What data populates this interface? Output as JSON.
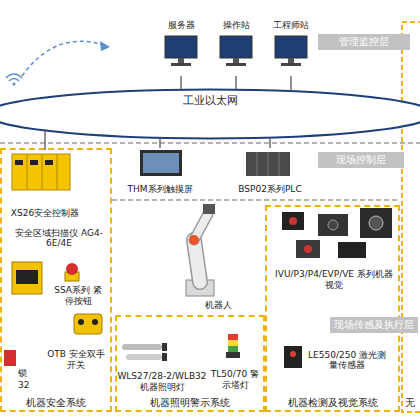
{
  "diagram": {
    "nodes": [
      {
        "text": [
          "工业以太网"
        ]
      },
      {
        "text": [
          "服务器"
        ]
      },
      {
        "text": [
          "操作站"
        ]
      },
      {
        "text": [
          "工程师站"
        ]
      },
      {
        "text": [
          "机器安全系统"
        ]
      },
      {
        "text": [
          "XS26安全控制器"
        ],
        "in": 4
      },
      {
        "text": [
          "安全区域扫描仪 AG4-6E/4E"
        ],
        "in": 4
      },
      {
        "text": [
          "SSA系列 紧停按钮"
        ],
        "in": 4
      },
      {
        "text": [
          "OTB 安全双手开关"
        ],
        "in": 4
      },
      {
        "text": [
          "THM系列触摸屏"
        ]
      },
      {
        "text": [
          "BSP02系列PLC"
        ]
      },
      {
        "text": [
          "机器人"
        ]
      },
      {
        "text": [
          "机器照明警示系统"
        ]
      },
      {
        "text": [
          "WLS27/28-2/WLB32 机器照明灯"
        ],
        "in": 12
      },
      {
        "text": [
          "TL50/70 警示塔灯"
        ],
        "in": 12
      },
      {
        "text": [
          "机器检测及视觉系统"
        ]
      },
      {
        "text": [
          "IVU/P3/P4/EVP/VE 系列机器视觉"
        ],
        "in": 15
      },
      {
        "text": [
          "LE550/250 激光测量传感器"
        ],
        "in": 15
      }
    ],
    "edges": [
      {
        "from": 0,
        "to": 1,
        "arrow": "none"
      },
      {
        "from": 0,
        "to": 2,
        "arrow": "none"
      },
      {
        "from": 0,
        "to": 3,
        "arrow": "none"
      },
      {
        "from": 0,
        "to": 5,
        "arrow": "none"
      },
      {
        "from": 0,
        "to": 9,
        "arrow": "none"
      },
      {
        "from": 0,
        "to": 10,
        "arrow": "none"
      }
    ],
    "labels": [
      "管理监控层",
      "现场控制层",
      "现场传感及执行层",
      "锁",
      "32",
      "无"
    ]
  }
}
